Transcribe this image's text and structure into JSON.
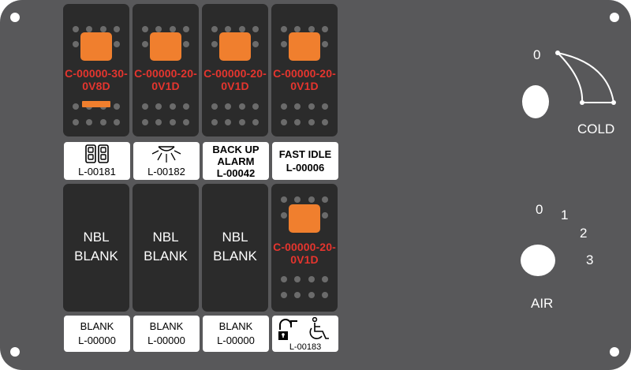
{
  "switches": [
    {
      "code_line1": "C-00000-30-",
      "code_line2": "0V8D",
      "lamp": "square-lamp",
      "indicator": "bar-lamp"
    },
    {
      "code_line1": "C-00000-20-",
      "code_line2": "0V1D",
      "lamp": "square-lamp"
    },
    {
      "code_line1": "C-00000-20-",
      "code_line2": "0V1D",
      "lamp": "square-lamp"
    },
    {
      "code_line1": "C-00000-20-",
      "code_line2": "0V1D",
      "lamp": "square-lamp"
    },
    {
      "code_line1": "C-00000-20-",
      "code_line2": "0V1D",
      "lamp": "square-lamp"
    }
  ],
  "top_labels": [
    {
      "icon": "dual-switch-icon",
      "code": "L-00181"
    },
    {
      "icon": "work-light-icon",
      "code": "L-00182"
    },
    {
      "line1": "BACK UP",
      "line2": "ALARM",
      "code": "L-00042"
    },
    {
      "line1": "FAST IDLE",
      "code": "L-00006"
    }
  ],
  "blank_switches": [
    {
      "line1": "NBL",
      "line2": "BLANK"
    },
    {
      "line1": "NBL",
      "line2": "BLANK"
    },
    {
      "line1": "NBL",
      "line2": "BLANK"
    }
  ],
  "bottom_labels": [
    {
      "line1": "BLANK",
      "code": "L-00000"
    },
    {
      "line1": "BLANK",
      "code": "L-00000"
    },
    {
      "line1": "BLANK",
      "code": "L-00000"
    },
    {
      "icons": [
        "lock-icon",
        "wheelchair-icon"
      ],
      "code": "L-00183"
    }
  ],
  "temp_dial": {
    "zero": "0",
    "label": "COLD"
  },
  "air_dial": {
    "positions": [
      "0",
      "1",
      "2",
      "3"
    ],
    "label": "AIR"
  },
  "colors": {
    "panel": "#58585a",
    "switch": "#2b2b2b",
    "lamp": "#f07f2e",
    "code_text": "#e5352e",
    "label_bg": "#ffffff"
  }
}
